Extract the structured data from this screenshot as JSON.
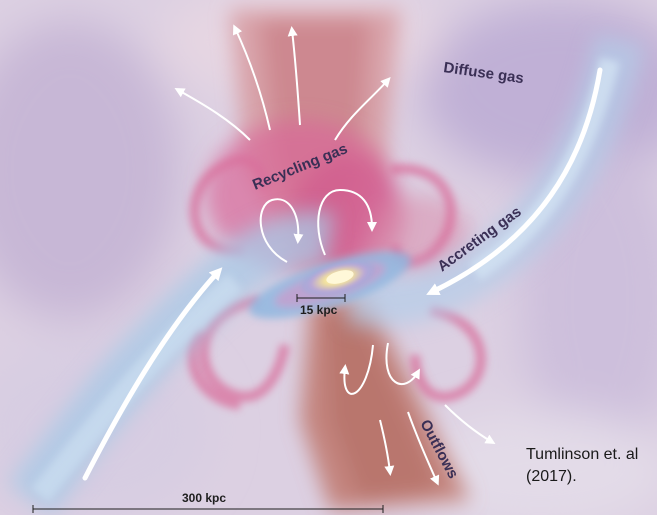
{
  "labels": {
    "diffuse": "Diffuse gas",
    "recycling": "Recycling gas",
    "accreting": "Accreting gas",
    "outflows": "Outflows"
  },
  "scales": {
    "small": "15 kpc",
    "large": "300 kpc"
  },
  "citation": {
    "line1": "Tumlinson et. al",
    "line2": "(2017)."
  },
  "colors": {
    "background": "#dcd0e2",
    "diffuse_gas": "#b6a4cc",
    "recycling_gas": "#d85f8c",
    "outflow_gas": "#c57a72",
    "accretion_stream": "#9fc3e4",
    "arrows": "#ffffff"
  }
}
